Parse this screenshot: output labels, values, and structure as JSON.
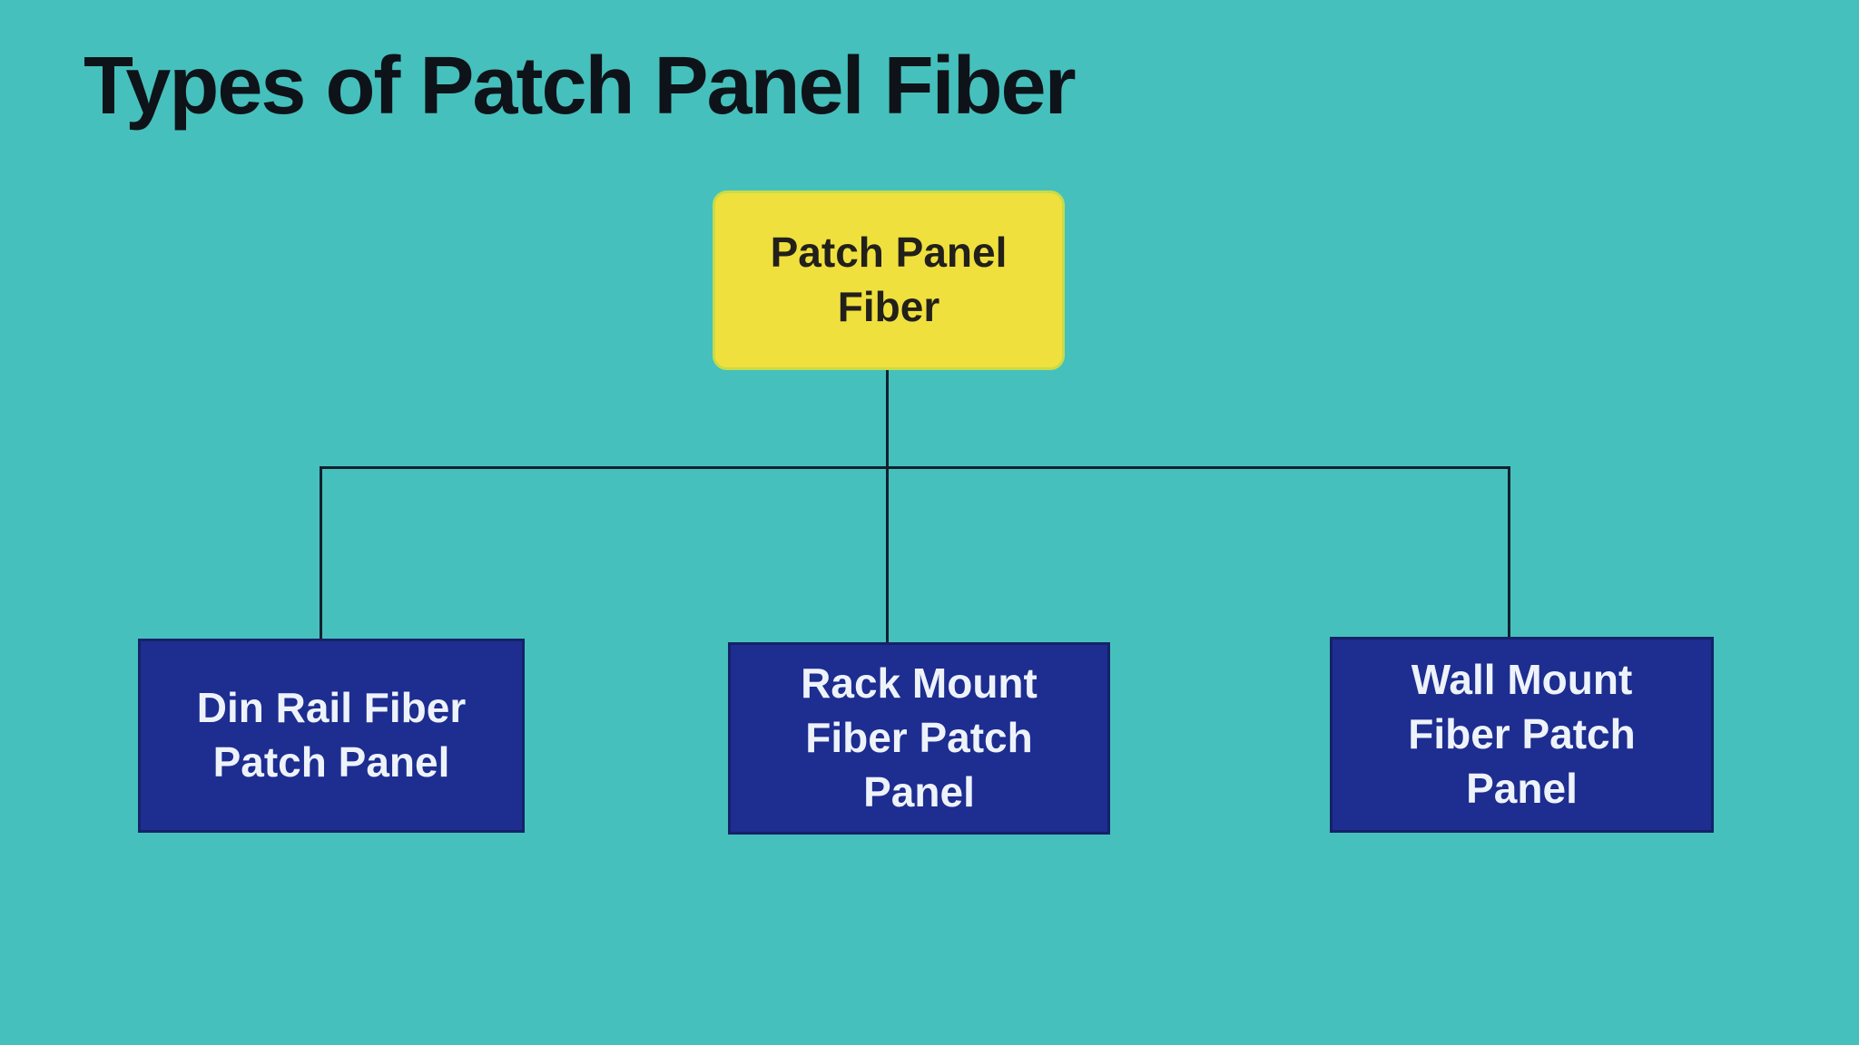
{
  "page": {
    "title": "Types of Patch Panel Fiber"
  },
  "colors": {
    "background": "#46c0bc",
    "title_text": "#0e1319",
    "root_fill": "#f0e03e",
    "root_border": "#c6dc49",
    "root_text": "#22201a",
    "child_fill": "#1d2d90",
    "child_border": "#152268",
    "child_text": "#eef3fa",
    "connector": "#13202e"
  },
  "diagram": {
    "type": "tree",
    "root": {
      "label": "Patch Panel\nFiber"
    },
    "children": [
      {
        "label": "Din Rail Fiber\nPatch Panel"
      },
      {
        "label": "Rack Mount\nFiber Patch\nPanel"
      },
      {
        "label": "Wall Mount\nFiber Patch\nPanel"
      }
    ]
  }
}
